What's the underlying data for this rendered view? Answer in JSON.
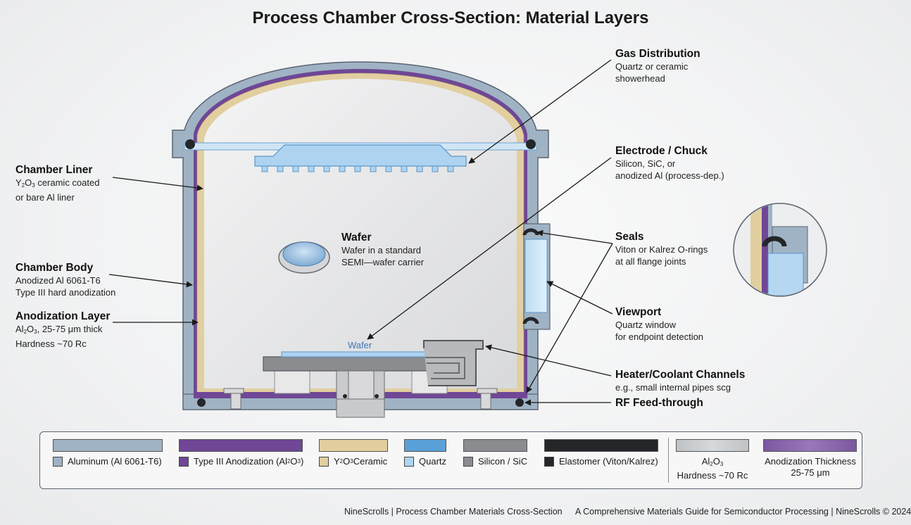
{
  "title": "Process Chamber Cross-Section: Material Layers",
  "callouts": {
    "gas_distribution": {
      "head": "Gas Distribution",
      "desc": [
        "Quartz or ceramic",
        "showerhead"
      ]
    },
    "chamber_liner": {
      "head": "Chamber Liner",
      "desc_formula_prefix": "Y",
      "desc_formula_sub1": "2",
      "desc_formula_mid": "O",
      "desc_formula_sub2": "3",
      "desc_rest": " ceramic coated",
      "desc2": "or bare Al liner"
    },
    "electrode_chuck": {
      "head": "Electrode / Chuck",
      "desc": [
        "Silicon, SiC, or",
        "anodized Al (process-dep.)"
      ]
    },
    "wafer": {
      "head": "Wafer",
      "desc": [
        "Wafer in a standard",
        "SEMI—wafer carrier"
      ]
    },
    "seals": {
      "head": "Seals",
      "desc": [
        "Viton or Kalrez O-rings",
        "at all flange joints"
      ]
    },
    "chamber_body": {
      "head": "Chamber Body",
      "desc": [
        "Anodized Al 6061-T6",
        "Type III hard anodization"
      ]
    },
    "viewport": {
      "head": "Viewport",
      "desc": [
        "Quartz window",
        "for endpoint detection"
      ]
    },
    "anodization_layer": {
      "head": "Anodization Layer",
      "desc1_prefix": "Al",
      "desc1_sub1": "2",
      "desc1_mid": "O",
      "desc1_sub2": "3",
      "desc1_rest": ", 25-75 μm thick",
      "desc2": "Hardness ~70 Rc"
    },
    "heater": {
      "head": "Heater/Coolant Channels",
      "desc": [
        "e.g., small internal pipes scg"
      ]
    },
    "rf_feedthrough": {
      "head": "RF Feed-through"
    }
  },
  "wafer_label": "Wafer",
  "legend": {
    "items": [
      {
        "label": "Aluminum (Al 6061-T6)",
        "color": "#9fb3c4"
      },
      {
        "label_pre": "Type III Anodization (Al",
        "sub1": "2",
        "mid": "O",
        "sub2": "3",
        "post": ")",
        "color": "#6f4796"
      },
      {
        "label_pre": "Y",
        "sub1": "2",
        "mid": "O",
        "sub2": "3",
        "post": " Ceramic",
        "color": "#e2cfa0"
      },
      {
        "label": "Quartz",
        "color": "#5aa0d8"
      },
      {
        "label": "Silicon / SiC",
        "color": "#8a8c90"
      },
      {
        "label": "Elastomer (Viton/Kalrez)",
        "color": "#24262a"
      }
    ],
    "alumina": {
      "pre": "Al",
      "sub1": "2",
      "mid": "O",
      "sub2": "3",
      "line2": "Hardness ~70 Rc",
      "color": "#c7cbce"
    },
    "thickness": {
      "line1": "Anodization Thickness",
      "line2": "25-75 μm",
      "color": "#8a65ab"
    }
  },
  "footer": {
    "left": "NineScrolls  |  Process Chamber Materials Cross-Section",
    "right": "A Comprehensive Materials Guide for Semiconductor Processing | NineScrolls © 2024"
  }
}
